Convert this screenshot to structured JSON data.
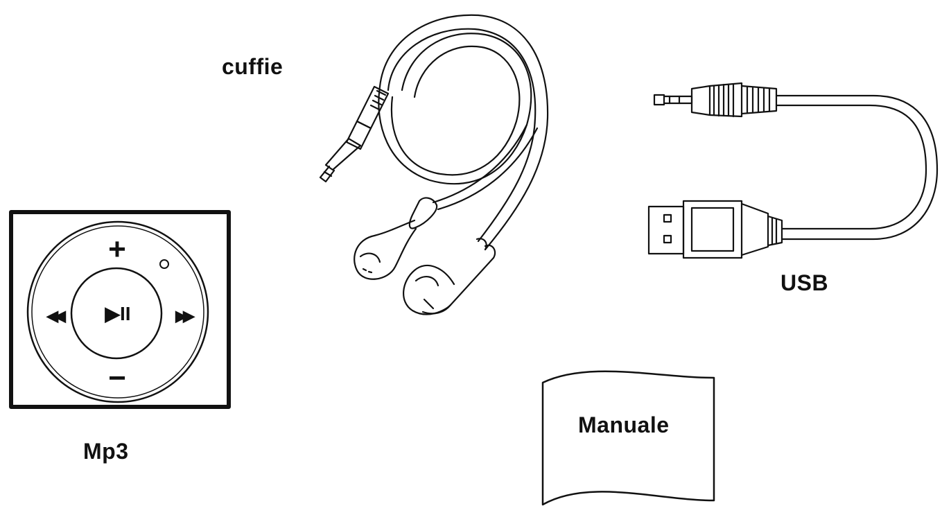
{
  "labels": {
    "earphones": "cuffie",
    "usb": "USB",
    "mp3": "Mp3",
    "manual": "Manuale"
  },
  "mp3_buttons": {
    "volume_up": "+",
    "volume_down": "−",
    "play_pause": "▶II",
    "previous": "◀◀",
    "next": "▶▶"
  },
  "colors": {
    "line": "#111111",
    "background": "#ffffff"
  }
}
